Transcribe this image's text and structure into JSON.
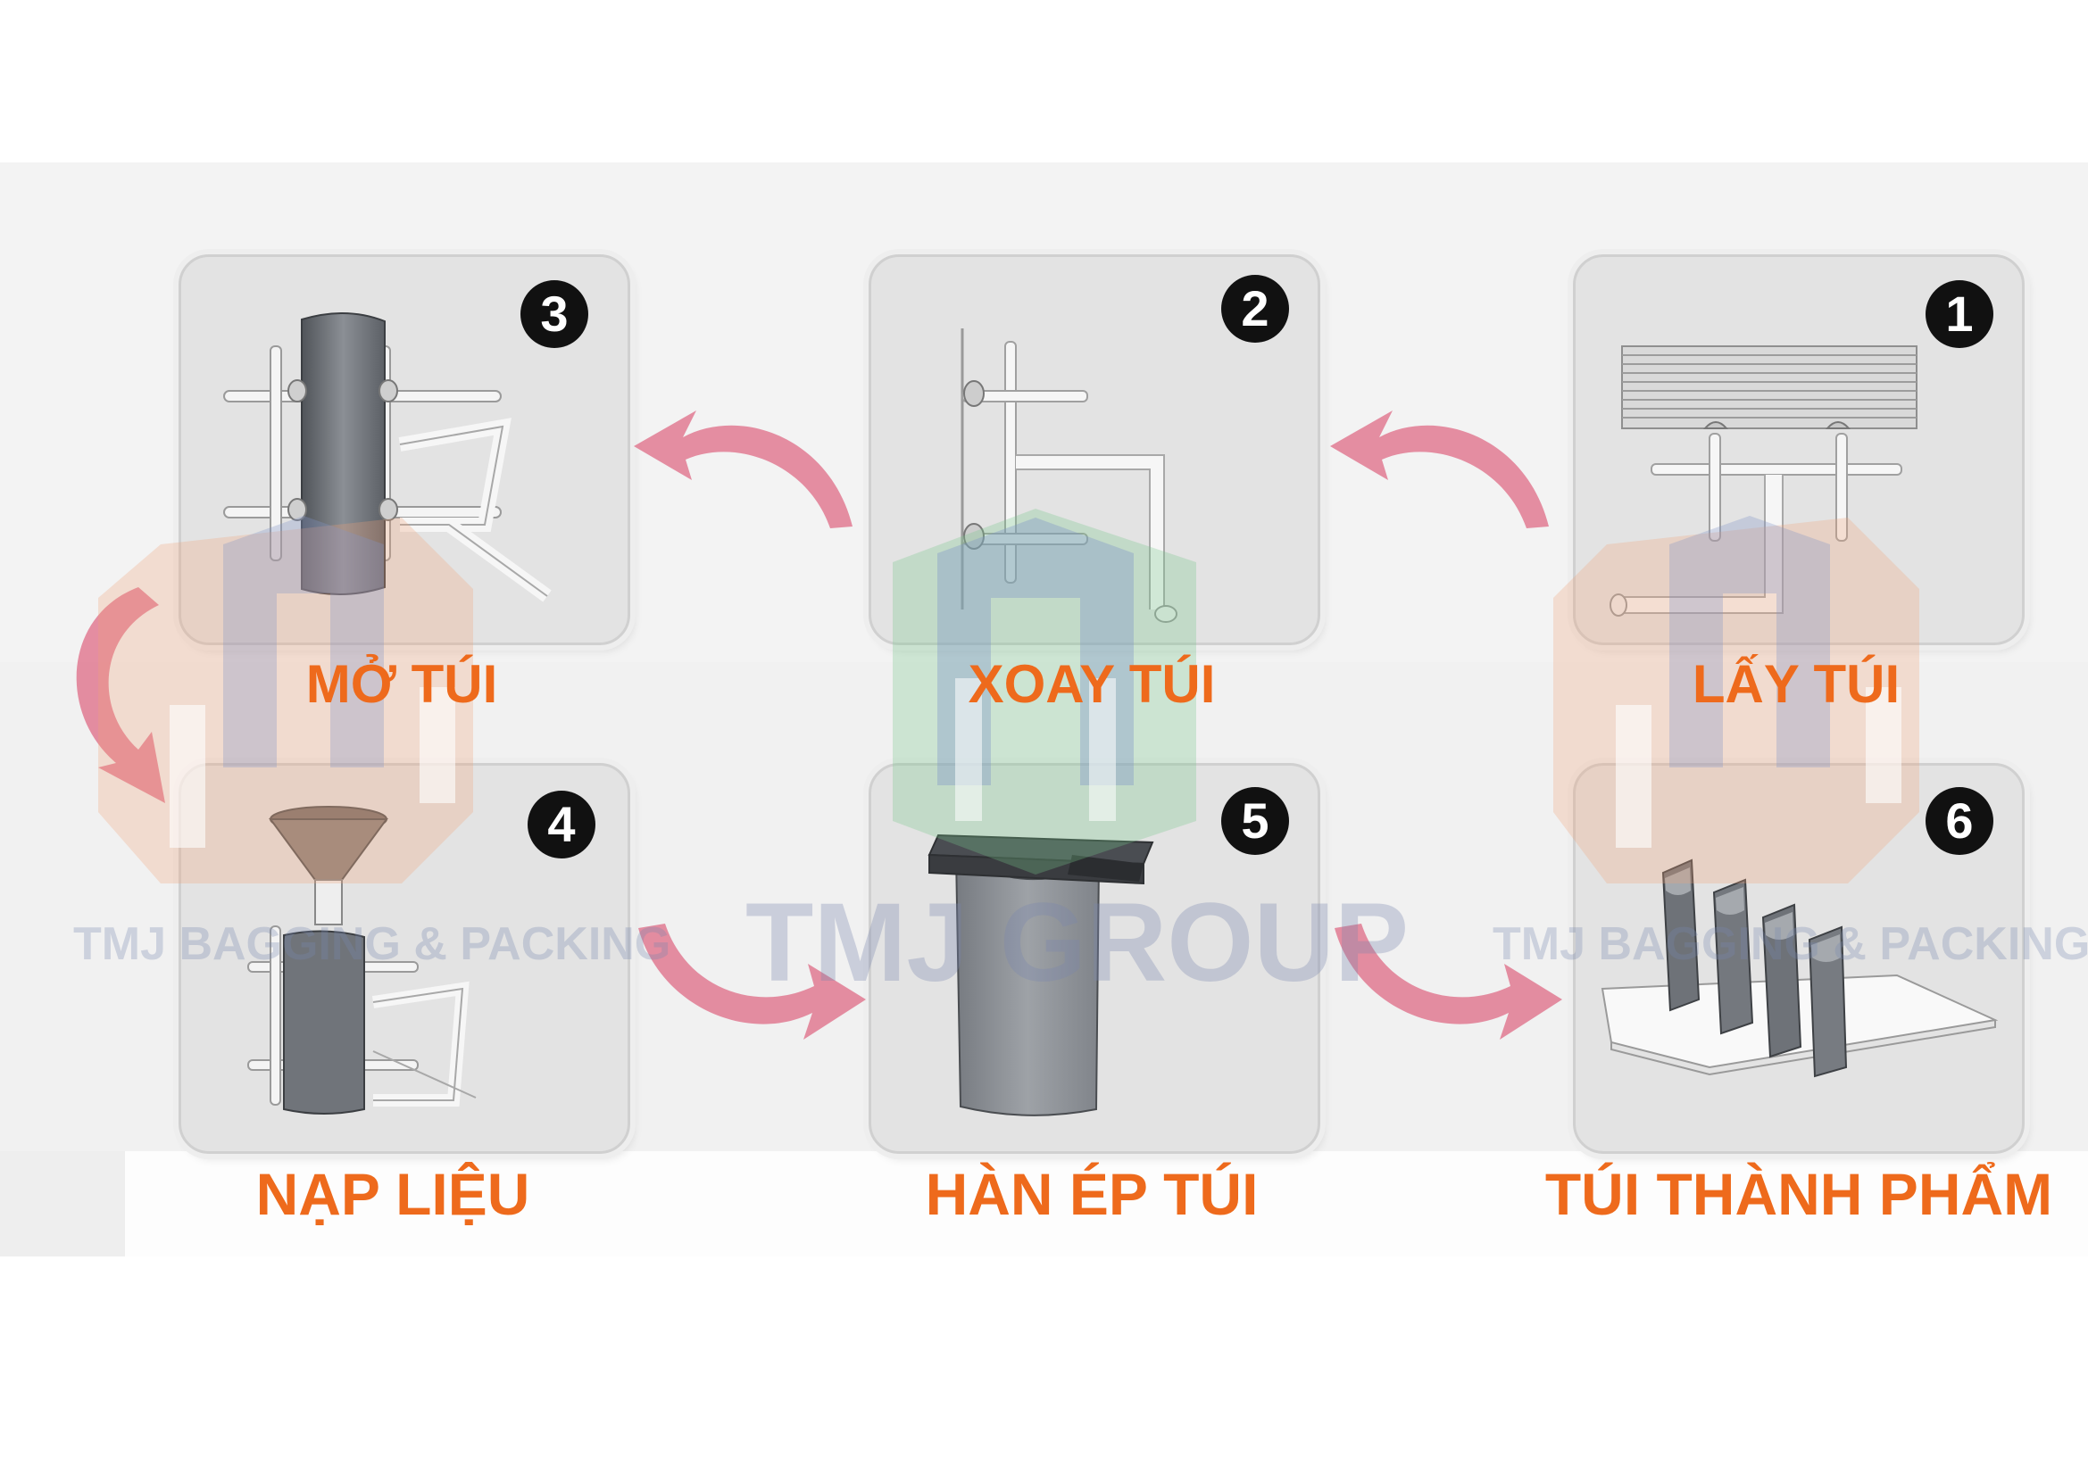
{
  "steps": [
    {
      "number": "1",
      "label": "LẤY TÚI"
    },
    {
      "number": "2",
      "label": "XOAY TÚI"
    },
    {
      "number": "3",
      "label": "MỞ TÚI"
    },
    {
      "number": "4",
      "label": "NẠP LIỆU"
    },
    {
      "number": "5",
      "label": "HÀN ÉP TÚI"
    },
    {
      "number": "6",
      "label": "TÚI THÀNH PHẨM"
    }
  ],
  "watermarks": {
    "brand_left": "TMJ  BAGGING & PACKING",
    "brand_center": "TMJ GROUP",
    "brand_right": "TMJ  BAGGING & PACKING"
  },
  "colors": {
    "label_orange": "#ee6a1c",
    "arrow_pink": "#e07a92",
    "badge_black": "#111111",
    "panel_grey": "#e3e3e3"
  }
}
